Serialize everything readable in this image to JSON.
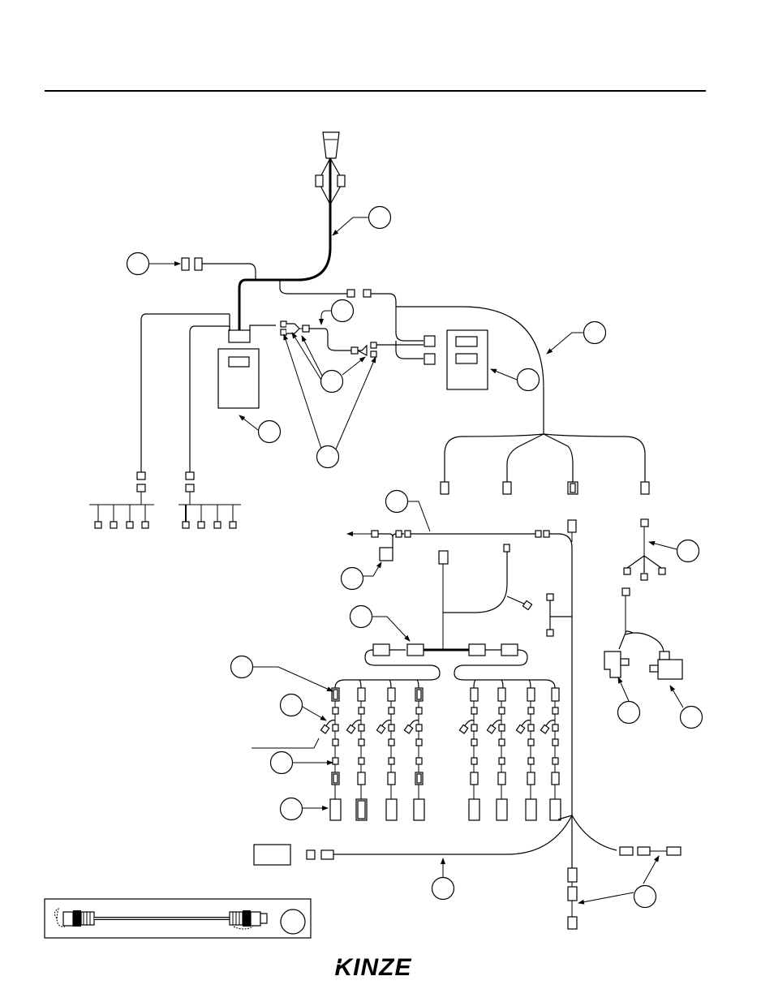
{
  "document": {
    "brand_logo": "KINZE"
  },
  "callouts": [
    {
      "id": "callout-1"
    },
    {
      "id": "callout-2"
    },
    {
      "id": "callout-3"
    },
    {
      "id": "callout-4"
    },
    {
      "id": "callout-5"
    },
    {
      "id": "callout-6"
    },
    {
      "id": "callout-7"
    },
    {
      "id": "callout-8"
    },
    {
      "id": "callout-9"
    },
    {
      "id": "callout-10"
    },
    {
      "id": "callout-11"
    },
    {
      "id": "callout-12"
    },
    {
      "id": "callout-13"
    },
    {
      "id": "callout-14"
    },
    {
      "id": "callout-15"
    },
    {
      "id": "callout-16"
    },
    {
      "id": "callout-17"
    },
    {
      "id": "callout-18"
    },
    {
      "id": "callout-19"
    },
    {
      "id": "callout-20"
    },
    {
      "id": "callout-21"
    },
    {
      "id": "callout-22"
    },
    {
      "id": "callout-23"
    },
    {
      "id": "callout-24"
    }
  ],
  "inset": {
    "subject": "extension-cable"
  }
}
